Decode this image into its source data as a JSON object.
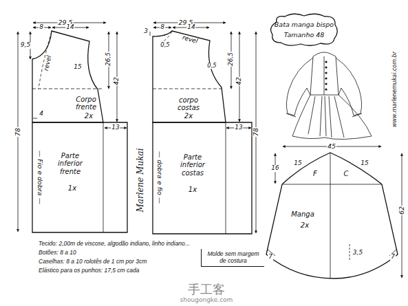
{
  "diagram": {
    "nodes": [
      {
        "text": [
          "Bata manga bispo",
          "Tamanho 48"
        ]
      },
      {
        "text": [
          "Corpo frente",
          "2x"
        ]
      },
      {
        "text": [
          "Parte inferior frente",
          "1x"
        ]
      },
      {
        "text": [
          "corpo costas",
          "2x"
        ]
      },
      {
        "text": [
          "Parte inferior costas",
          "1x"
        ]
      },
      {
        "text": [
          "Manga",
          "2x"
        ]
      },
      {
        "text": [
          "Molde sem margem de costura"
        ]
      }
    ],
    "labels": [
      "29,5",
      "8",
      "14",
      "9,5",
      "revel",
      "15",
      "26,5",
      "42",
      "78",
      "4",
      "13",
      "— Fio e dobra —",
      "Marlene Mukai",
      "29,5",
      "8",
      "14",
      "3",
      "0,5",
      "revel",
      "0,5",
      "26,5",
      "42",
      "78",
      "13",
      "— dobra e fio —",
      "www.marlenemukai.com.br",
      "45",
      "16",
      "15",
      "15",
      "F",
      "C",
      "62",
      "7",
      "3,5",
      "7",
      "Tecido: 2,00m de viscose, algodão indiano, linho indiano...",
      "Botões: 8 a 10",
      "Caselhas: 8 a 10 rolotês de 1 cm por 3cm",
      "Elástico para os punhos: 17,5 cm cada",
      "手工客",
      "shougongke.com"
    ]
  }
}
